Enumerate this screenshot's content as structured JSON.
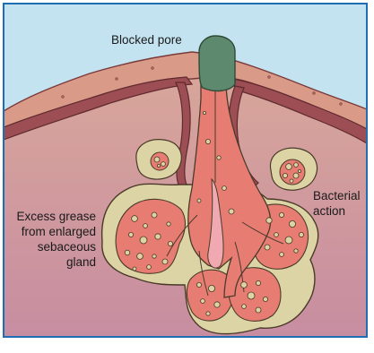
{
  "labels": {
    "blocked_pore": "Blocked pore",
    "bacterial_action": [
      "Bacterial",
      "action"
    ],
    "excess_grease": [
      "Excess grease",
      "from enlarged",
      "sebaceous",
      "gland"
    ]
  },
  "colors": {
    "frame": "#1f6db5",
    "sky": "#c4e3f0",
    "skin_surface": "#d89888",
    "skin_dark": "#9c4e54",
    "dermis_top": "#d8a498",
    "dermis_bottom": "#c88ea0",
    "gland_outer": "#dcd4a4",
    "gland_inner": "#e77d72",
    "plug": "#5d8a6e"
  }
}
